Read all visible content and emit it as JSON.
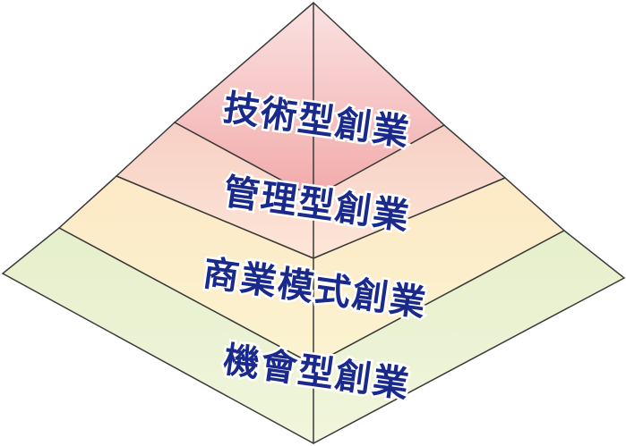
{
  "diagram": {
    "layers": [
      {
        "label": "技術型創業",
        "color": "#f4b3b3"
      },
      {
        "label": "管理型創業",
        "color": "#f9d4c6"
      },
      {
        "label": "商業模式創業",
        "color": "#fbf0c6"
      },
      {
        "label": "機會型創業",
        "color": "#e4efca"
      }
    ]
  }
}
